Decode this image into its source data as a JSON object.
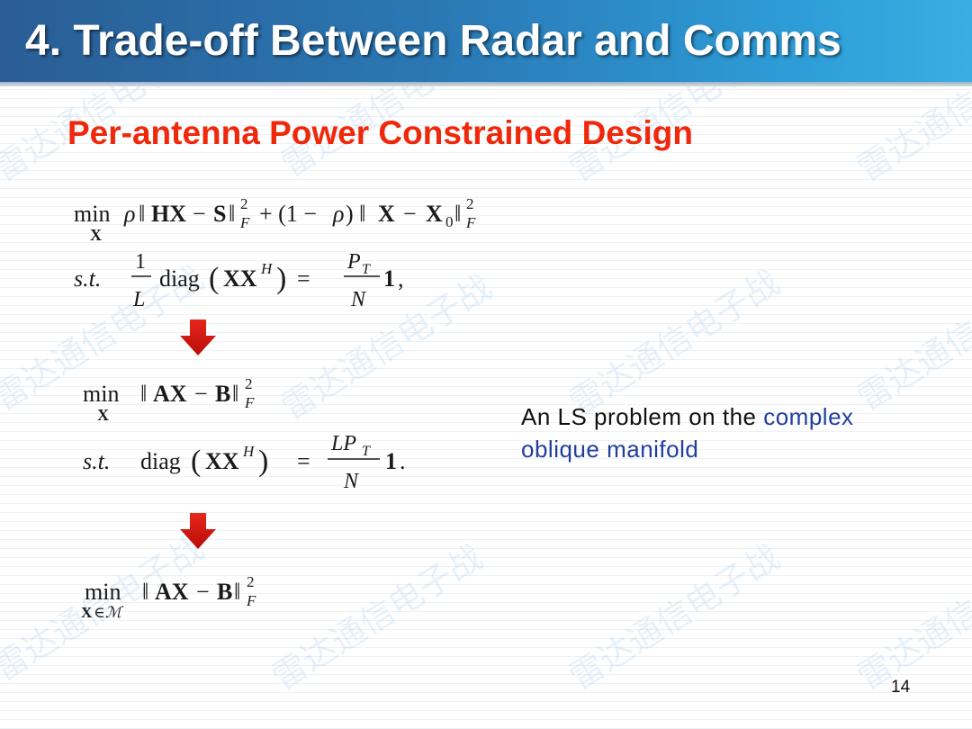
{
  "slide": {
    "title": "4. Trade-off Between Radar and Comms",
    "subtitle": "Per-antenna Power Constrained Design",
    "description": {
      "text": "An LS problem on the ",
      "highlight": "complex oblique manifold"
    },
    "page_number": "14",
    "watermark_text": "雷达通信电子战",
    "colors": {
      "header_start": "#2a5d95",
      "header_end": "#3aaee2",
      "subtitle": "#f0280b",
      "highlight": "#1f3ea0",
      "arrow": "#d0160f"
    },
    "icons": [
      "down-arrow-icon",
      "down-arrow-icon"
    ],
    "equations": {
      "eq1_objective": "min_X ρ‖HX − S‖²_F + (1 − ρ)‖X − X₀‖²_F",
      "eq1_constraint": "s.t. (1/L) diag(XX^H) = (P_T/N) 1,",
      "eq2_objective": "min_X ‖AX − B‖²_F",
      "eq2_constraint": "s.t. diag(XX^H) = (LP_T/N) 1.",
      "eq3_objective": "min_{X∈M} ‖AX − B‖²_F"
    }
  }
}
